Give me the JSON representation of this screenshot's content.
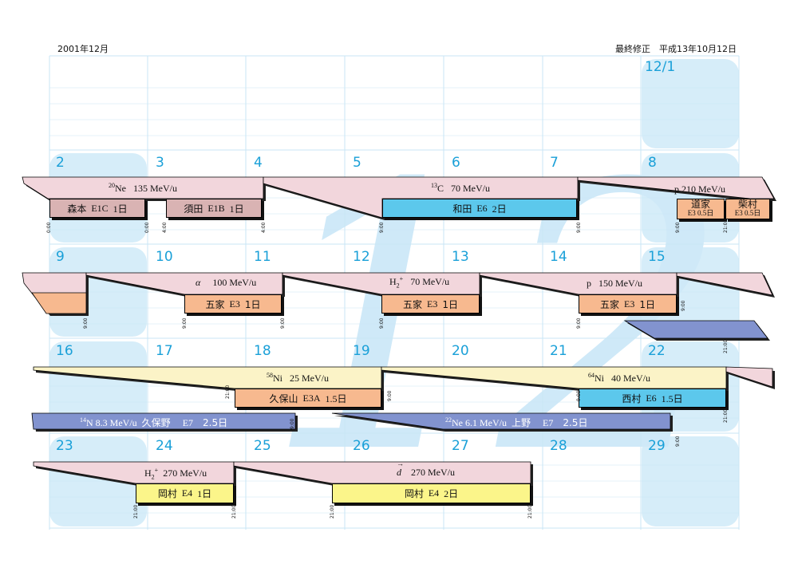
{
  "header": {
    "month_title": "2001年12月",
    "revision": "最終修正　平成13年10月12日"
  },
  "colors": {
    "grid": "#c9e6f5",
    "day_number": "#1aa0d8",
    "weekend_fill": "#d6edf9",
    "watermark": "#cfe9f8",
    "pink": "#f2d6dc",
    "cream": "#fbf3c7",
    "salmon": "#f7b98f",
    "mauve": "#d9b3b3",
    "cyan": "#5cc8ec",
    "yellow": "#fbf58a",
    "blue_band": "#8293cf"
  },
  "watermark_text": "12",
  "days": {
    "d1": "12/1",
    "d2": "2",
    "d3": "3",
    "d4": "4",
    "d5": "5",
    "d6": "6",
    "d7": "7",
    "d8": "8",
    "d9": "9",
    "d10": "10",
    "d11": "11",
    "d12": "12",
    "d13": "13",
    "d14": "14",
    "d15": "15",
    "d16": "16",
    "d17": "17",
    "d18": "18",
    "d19": "19",
    "d20": "20",
    "d21": "21",
    "d22": "22",
    "d23": "23",
    "d24": "24",
    "d25": "25",
    "d26": "26",
    "d27": "27",
    "d28": "28",
    "d29": "29"
  },
  "beams": {
    "ne20": {
      "sup": "20",
      "name": "Ne",
      "energy": "135 MeV/u"
    },
    "c13": {
      "sup": "13",
      "name": "C",
      "energy": "70 MeV/u"
    },
    "p210": {
      "name": "p",
      "energy": "210 MeV/u"
    },
    "alpha": {
      "name": "α",
      "energy": "100 MeV/u"
    },
    "h2_70": {
      "name": "H",
      "sub": "2",
      "supp": "+",
      "energy": "70 MeV/u"
    },
    "p150": {
      "name": "p",
      "energy": "150 MeV/u"
    },
    "ni58": {
      "sup": "58",
      "name": "Ni",
      "energy": "25 MeV/u"
    },
    "ni64": {
      "sup": "64",
      "name": "Ni",
      "energy": "40 MeV/u"
    },
    "n14": {
      "sup": "14",
      "name": "N",
      "energy": "8.3 MeV/u",
      "user": "久保野",
      "course": "E7",
      "days": "2.5日"
    },
    "ne22": {
      "sup": "22",
      "name": "Ne",
      "energy": "6.1 MeV/u",
      "user": "上野",
      "course": "E7",
      "days": "2.5日"
    },
    "h2_270": {
      "name": "H",
      "sub": "2",
      "supp": "+",
      "energy": "270 MeV/u"
    },
    "d270": {
      "name": "d",
      "energy": "270 MeV/u"
    }
  },
  "experiments": {
    "morimoto": {
      "user": "森本",
      "course": "E1C",
      "days": "1日"
    },
    "suda": {
      "user": "須田",
      "course": "E1B",
      "days": "1日"
    },
    "wada": {
      "user": "和田",
      "course": "E6",
      "days": "2日"
    },
    "douke": {
      "user": "道家",
      "course": "E3 0.5日"
    },
    "shibamura": {
      "user": "柴村",
      "course": "E3 0.5日"
    },
    "goke1": {
      "user": "五家",
      "course": "E3",
      "days": "1日"
    },
    "goke2": {
      "user": "五家",
      "course": "E3",
      "days": "1日"
    },
    "goke3": {
      "user": "五家",
      "course": "E3",
      "days": "1日"
    },
    "kubouyama": {
      "user": "久保山",
      "course": "E3A",
      "days": "1.5日"
    },
    "nishimura": {
      "user": "西村",
      "course": "E6",
      "days": "1.5日"
    },
    "okamura1": {
      "user": "岡村",
      "course": "E4",
      "days": "1日"
    },
    "okamura2": {
      "user": "岡村",
      "course": "E4",
      "days": "2日"
    }
  },
  "times": {
    "t0000": "0:00",
    "t0400": "4:00",
    "t0900": "9:00",
    "t2100": "21:00"
  }
}
